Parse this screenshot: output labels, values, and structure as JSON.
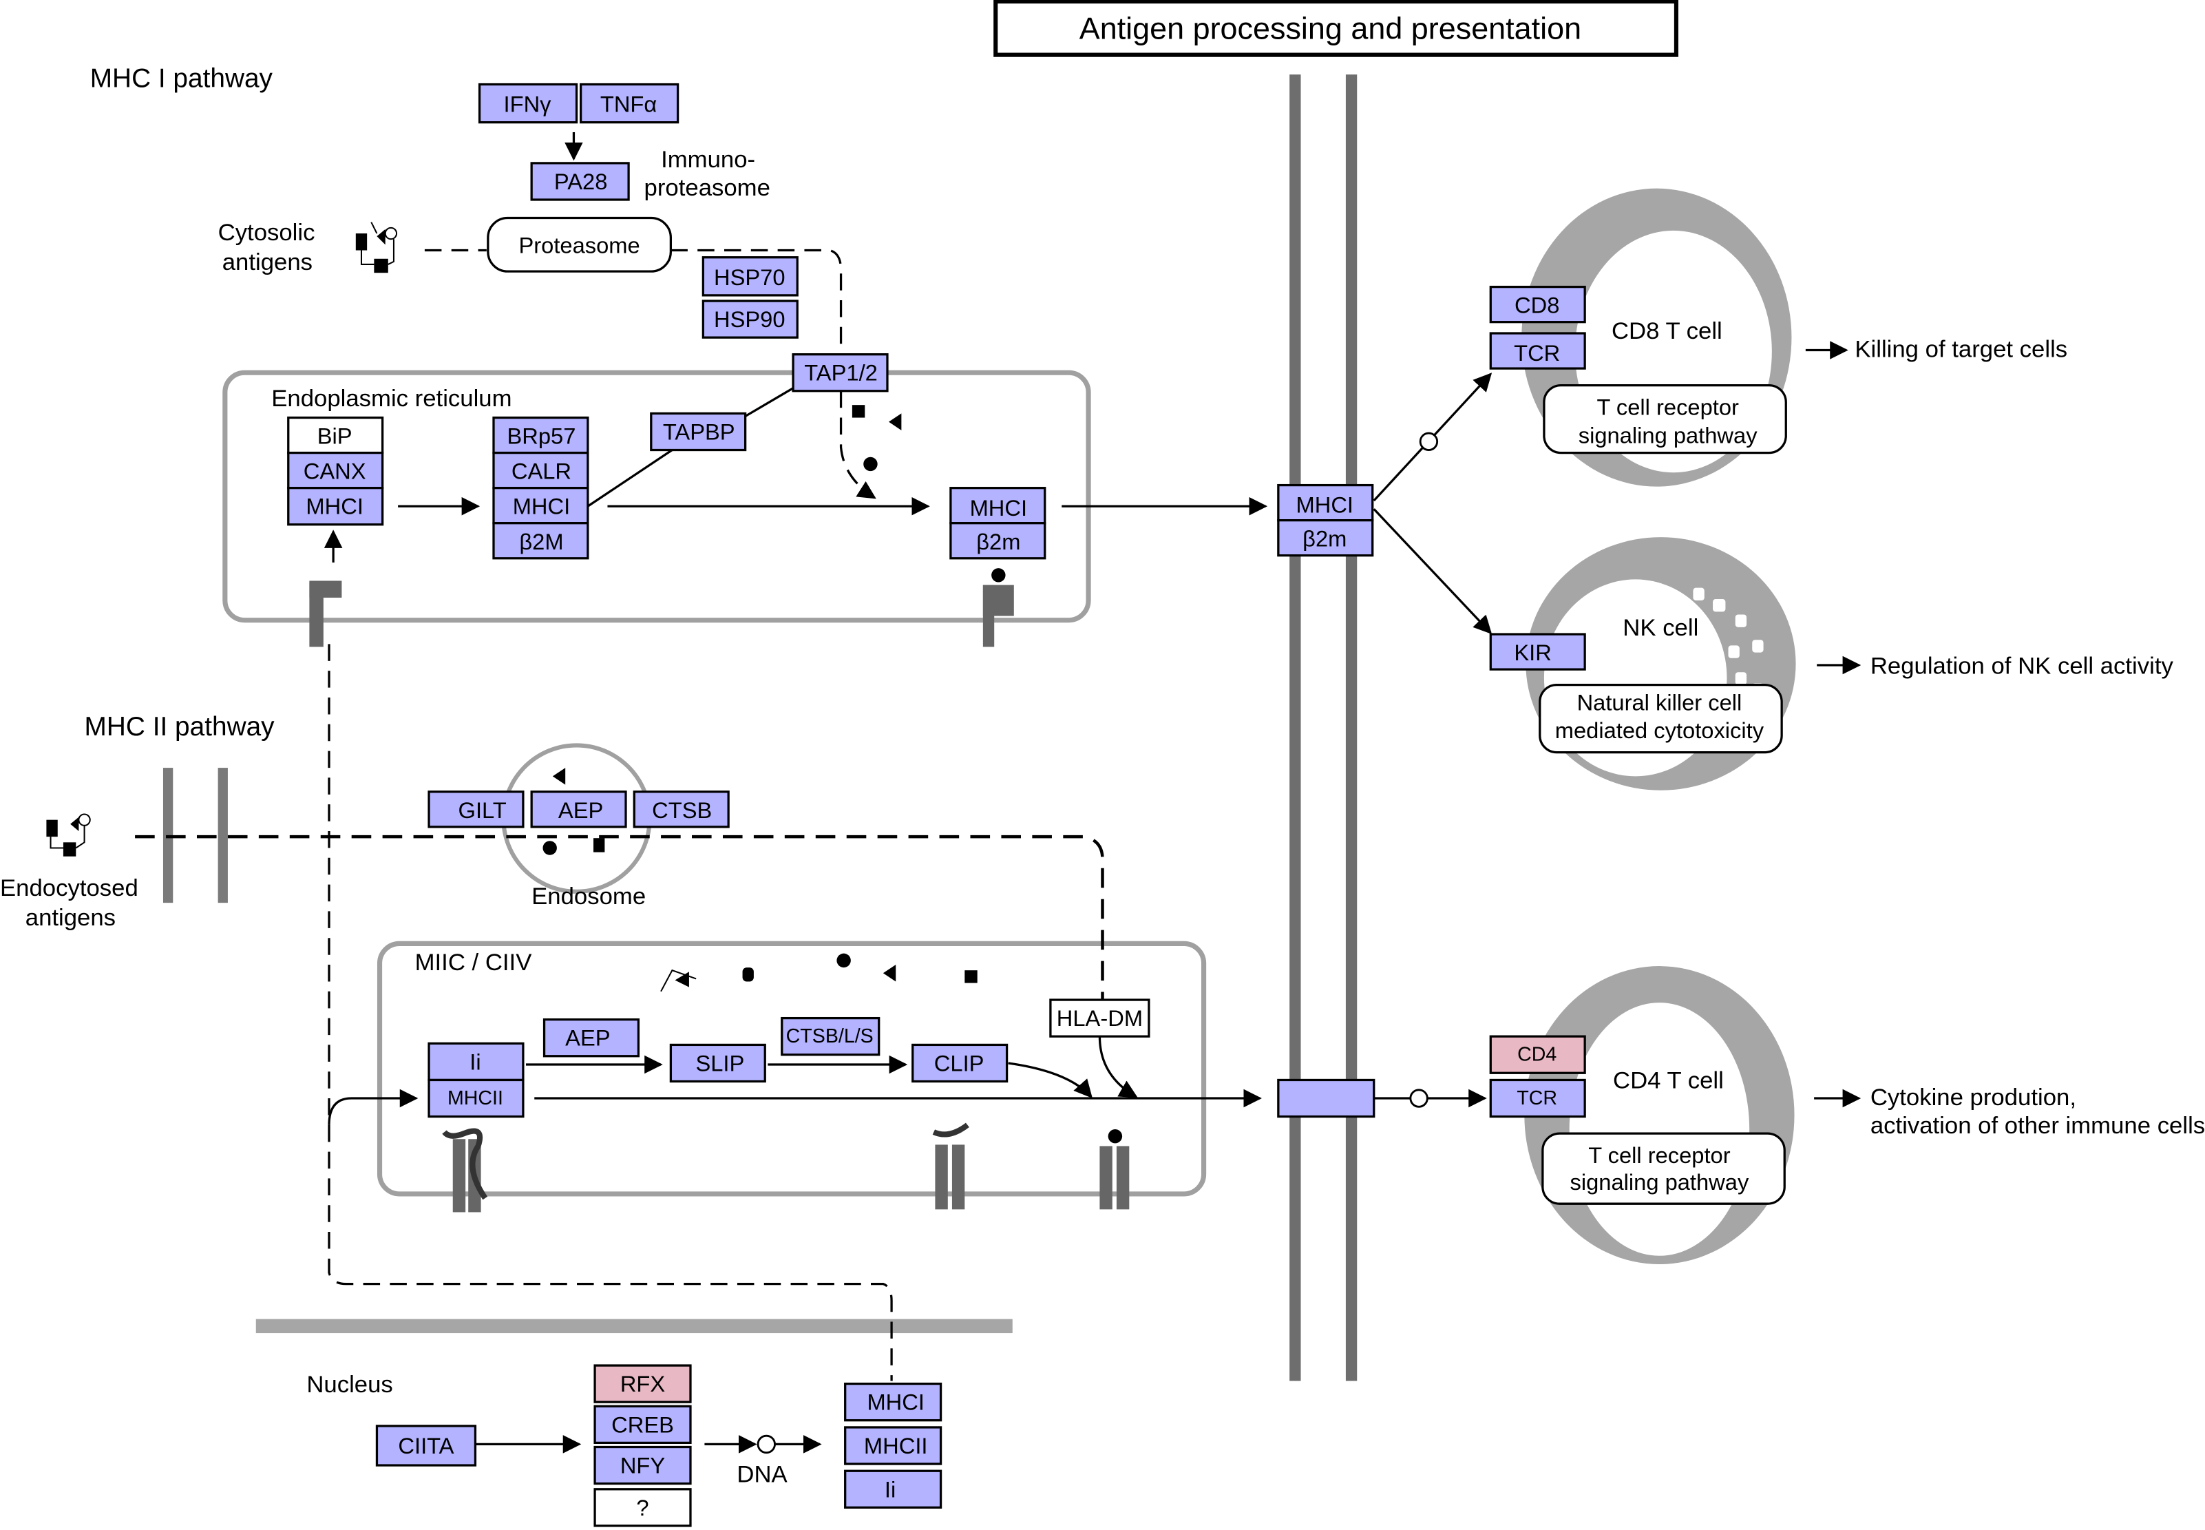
{
  "title": "Antigen processing and presentation",
  "colors": {
    "gene_fill": "#b3b3ff",
    "gene_pink": "#e8b8c4",
    "membrane": "#6e6e6e",
    "compartment": "#a0a0a0",
    "cell_ring": "#a6a6a6"
  },
  "section_labels": {
    "mhc1_pathway": "MHC I pathway",
    "mhc2_pathway": "MHC II pathway",
    "nucleus": "Nucleus"
  },
  "mhc1": {
    "cytosolic_antigens": [
      "Cytosolic",
      "antigens"
    ],
    "immunoproteasome": [
      "Immuno-",
      "proteasome"
    ],
    "proteasome": "Proteasome",
    "ifng": "IFNγ",
    "tnfa": "TNFα",
    "pa28": "PA28",
    "hsp70": "HSP70",
    "hsp90": "HSP90",
    "tap": "TAP1/2",
    "tapbp": "TAPBP",
    "er_label": "Endoplasmic reticulum",
    "er_stack1": [
      "BiP",
      "CANX",
      "MHCI"
    ],
    "er_stack2": [
      "BRp57",
      "CALR",
      "MHCI",
      "β2M"
    ],
    "er_stack3": [
      "MHCI",
      "β2m"
    ],
    "surface_complex": [
      "MHCI",
      "β2m"
    ]
  },
  "mhc2": {
    "endocytosed_antigens": [
      "Endocytosed",
      "antigens"
    ],
    "endosome_label": "Endosome",
    "endosome_genes": [
      "GILT",
      "AEP",
      "CTSB"
    ],
    "miic_label": "MIIC / CIIV",
    "ii": "Ii",
    "mhcii": "MHCII",
    "aep": "AEP",
    "slip": "SLIP",
    "ctsb_ls": "CTSB/L/S",
    "clip": "CLIP",
    "hla_dm": "HLA-DM",
    "surface_complex": ""
  },
  "nucleus": {
    "ciita": "CIITA",
    "tf_stack": [
      "RFX",
      "CREB",
      "NFY",
      "?"
    ],
    "dna": "DNA",
    "targets": [
      "MHCI",
      "MHCII",
      "Ii"
    ]
  },
  "cells": {
    "cd8": {
      "receptors": [
        "CD8",
        "TCR"
      ],
      "name": "CD8 T cell",
      "pathway": [
        "T cell receptor",
        "signaling pathway"
      ],
      "outcome": "Killing of target cells"
    },
    "nk": {
      "receptors": [
        "KIR"
      ],
      "name": "NK cell",
      "pathway": [
        "Natural killer cell",
        "mediated cytotoxicity"
      ],
      "outcome": "Regulation of NK cell activity"
    },
    "cd4": {
      "receptors": [
        "CD4",
        "TCR"
      ],
      "name": "CD4 T cell",
      "pathway": [
        "T cell receptor",
        "signaling pathway"
      ],
      "outcome": [
        "Cytokine prodution,",
        "activation of other immune cells"
      ]
    }
  }
}
